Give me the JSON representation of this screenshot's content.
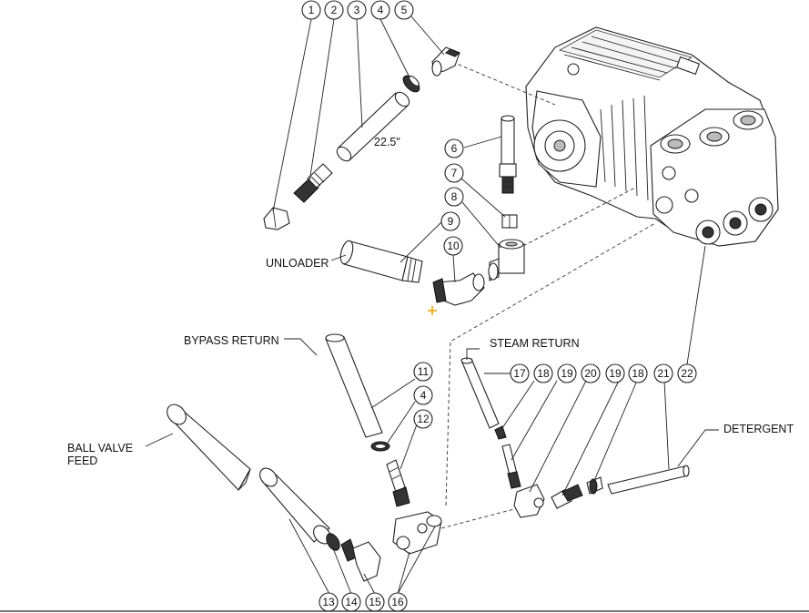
{
  "labels": {
    "unloader": "UNLOADER",
    "bypass_return": "BYPASS RETURN",
    "steam_return": "STEAM RETURN",
    "ball_valve_feed_line1": "BALL VALVE",
    "ball_valve_feed_line2": "FEED",
    "detergent": "DETERGENT",
    "hose_length": "22.5\""
  },
  "callouts": {
    "c1": "1",
    "c2": "2",
    "c3": "3",
    "c4a": "4",
    "c5": "5",
    "c6": "6",
    "c7": "7",
    "c8": "8",
    "c9": "9",
    "c10": "10",
    "c11": "11",
    "c4b": "4",
    "c12": "12",
    "c17": "17",
    "c18a": "18",
    "c19a": "19",
    "c20": "20",
    "c19b": "19",
    "c18b": "18",
    "c21": "21",
    "c22": "22",
    "c13": "13",
    "c14": "14",
    "c15": "15",
    "c16": "16"
  },
  "colors": {
    "marker": "#f0a000",
    "line": "#222222"
  }
}
